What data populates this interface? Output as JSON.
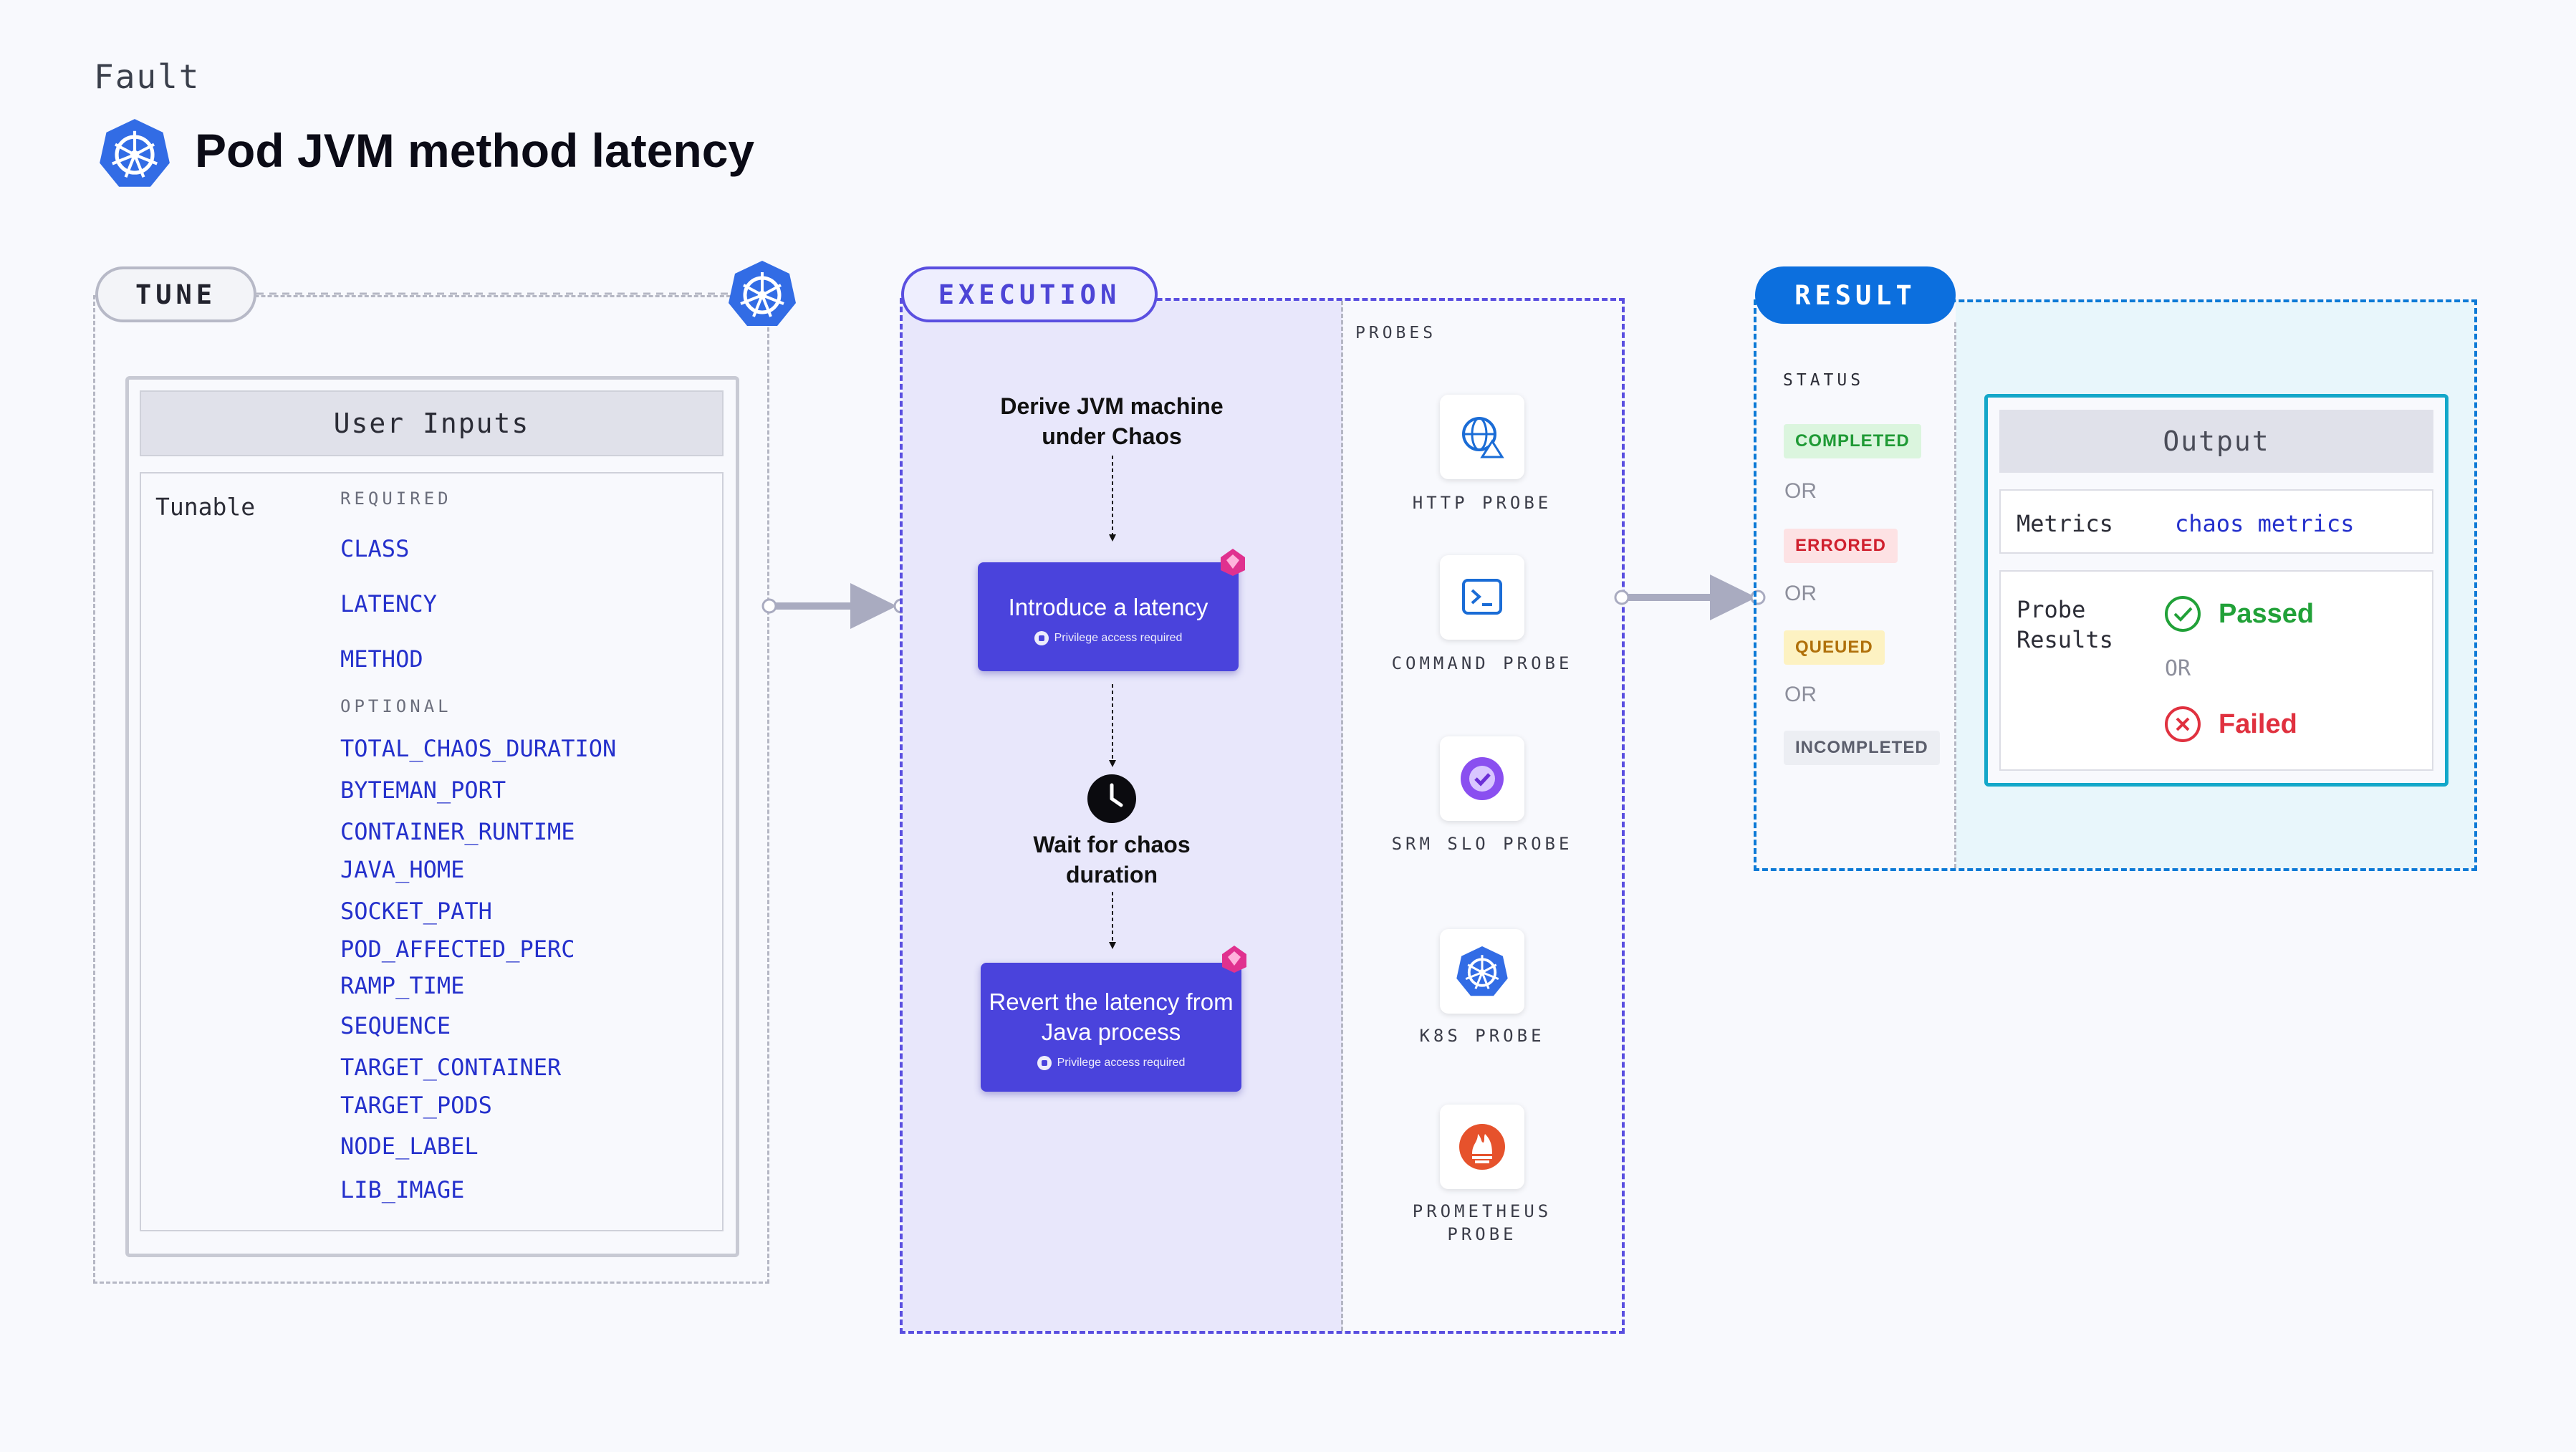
{
  "header": {
    "kind": "Fault",
    "title": "Pod JVM method latency"
  },
  "tune": {
    "label": "TUNE",
    "panel_title": "User Inputs",
    "tunable_label": "Tunable",
    "required_label": "REQUIRED",
    "required": [
      "CLASS",
      "LATENCY",
      "METHOD"
    ],
    "optional_label": "OPTIONAL",
    "optional": [
      "TOTAL_CHAOS_DURATION",
      "BYTEMAN_PORT",
      "CONTAINER_RUNTIME",
      "JAVA_HOME",
      "SOCKET_PATH",
      "POD_AFFECTED_PERC",
      "RAMP_TIME",
      "SEQUENCE",
      "TARGET_CONTAINER",
      "TARGET_PODS",
      "NODE_LABEL",
      "LIB_IMAGE"
    ]
  },
  "execution": {
    "label": "EXECUTION",
    "step1": "Derive JVM machine under Chaos",
    "card1_title": "Introduce a latency",
    "card1_sub": "Privilege access required",
    "step2": "Wait for chaos duration",
    "card2_title": "Revert the latency from Java process",
    "card2_sub": "Privilege access required",
    "probes_label": "PROBES",
    "probes": [
      "HTTP PROBE",
      "COMMAND PROBE",
      "SRM SLO PROBE",
      "K8S PROBE",
      "PROMETHEUS PROBE"
    ]
  },
  "result": {
    "label": "RESULT",
    "status_label": "STATUS",
    "statuses": [
      "COMPLETED",
      "ERRORED",
      "QUEUED",
      "INCOMPLETED"
    ],
    "or": "OR",
    "output_title": "Output",
    "metrics_label": "Metrics",
    "metrics_value": "chaos metrics",
    "probe_results_label": "Probe Results",
    "passed": "Passed",
    "failed": "Failed"
  },
  "colors": {
    "accent": "#4a43dc",
    "result": "#0c6fde",
    "param": "#2430cc",
    "pass": "#21a138",
    "fail": "#e0313f"
  }
}
